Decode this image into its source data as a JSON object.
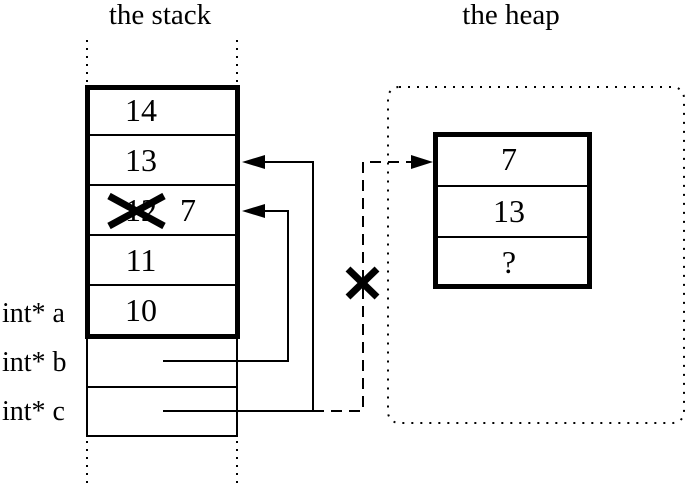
{
  "titles": {
    "stack": "the stack",
    "heap": "the heap"
  },
  "stack": {
    "cells": [
      "14",
      "13",
      "12",
      "11",
      "10"
    ],
    "crossed_out_cell_index": 2,
    "replacement_value": "7",
    "pointer_labels": [
      "int* a",
      "int* b",
      "int* c"
    ]
  },
  "heap": {
    "cells": [
      "7",
      "13",
      "?"
    ]
  },
  "icons": {
    "cross_out": "x-mark",
    "broken_link": "x-mark",
    "arrowheads": "filled-triangle"
  },
  "colors": {
    "ink": "#000000",
    "background": "#ffffff"
  }
}
